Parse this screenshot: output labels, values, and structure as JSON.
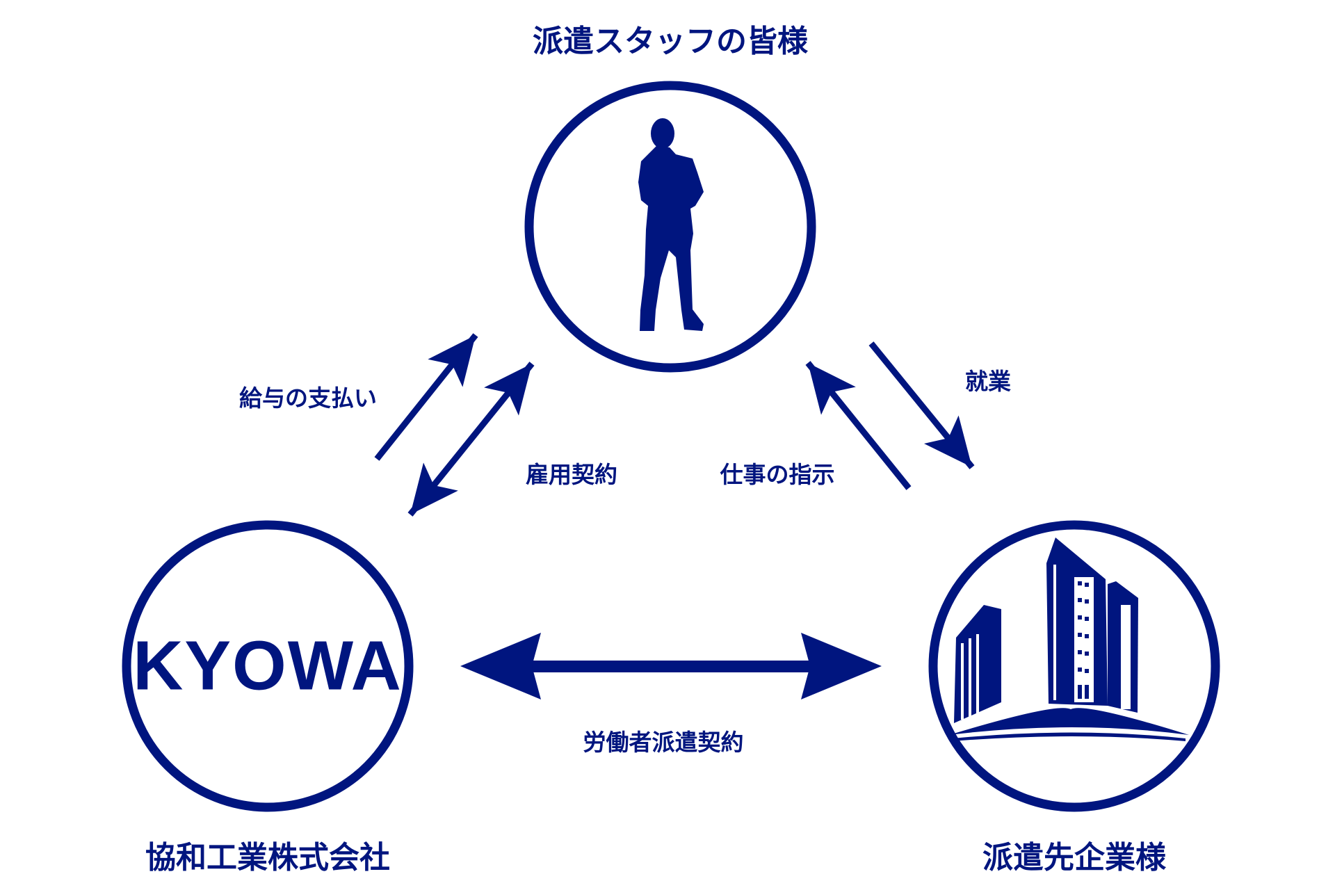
{
  "colors": {
    "primary": "#00157f",
    "background": "#ffffff"
  },
  "nodes": {
    "staff": {
      "label": "派遣スタッフの皆様",
      "icon": "person-silhouette-icon"
    },
    "kyowa": {
      "label": "協和工業株式会社",
      "logo_text": "KYOWA"
    },
    "client": {
      "label": "派遣先企業様",
      "icon": "office-building-icon"
    }
  },
  "relations": {
    "salary": "給与の支払い",
    "employment": "雇用契約",
    "instruction": "仕事の指示",
    "work": "就業",
    "dispatch_contract": "労働者派遣契約"
  }
}
